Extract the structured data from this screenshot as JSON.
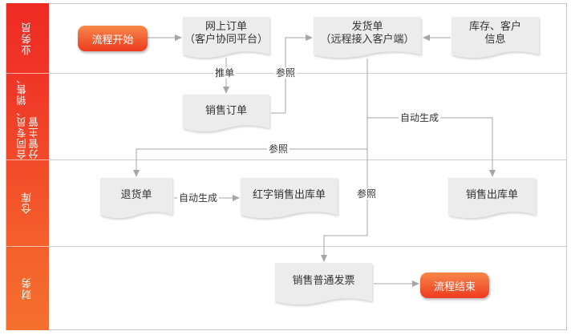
{
  "lanes": [
    {
      "id": "sales",
      "label": "业务员"
    },
    {
      "id": "contract",
      "label": "合同专员、销售、分管主管"
    },
    {
      "id": "warehouse",
      "label": "仓库"
    },
    {
      "id": "finance",
      "label": "财务"
    }
  ],
  "nodes": {
    "start": "流程开始",
    "online_order_line1": "网上订单",
    "online_order_line2": "（客户协同平台）",
    "delivery_line1": "发货单",
    "delivery_line2": "（远程接入客户端）",
    "inventory_line1": "库存、客户",
    "inventory_line2": "信息",
    "sales_order": "销售订单",
    "return_order": "退货单",
    "red_outbound": "红字销售出库单",
    "sales_outbound": "销售出库单",
    "invoice": "销售普通发票",
    "end": "流程结束"
  },
  "edge_labels": {
    "push": "推单",
    "ref1": "参照",
    "auto1": "自动生成",
    "ref2": "参照",
    "auto2": "自动生成",
    "ref3": "参照"
  },
  "colors": {
    "lane_top": "#ee2a24",
    "lane_bottom": "#f5702e",
    "doc_fill": "#ececec",
    "line": "#a6a6a6"
  }
}
